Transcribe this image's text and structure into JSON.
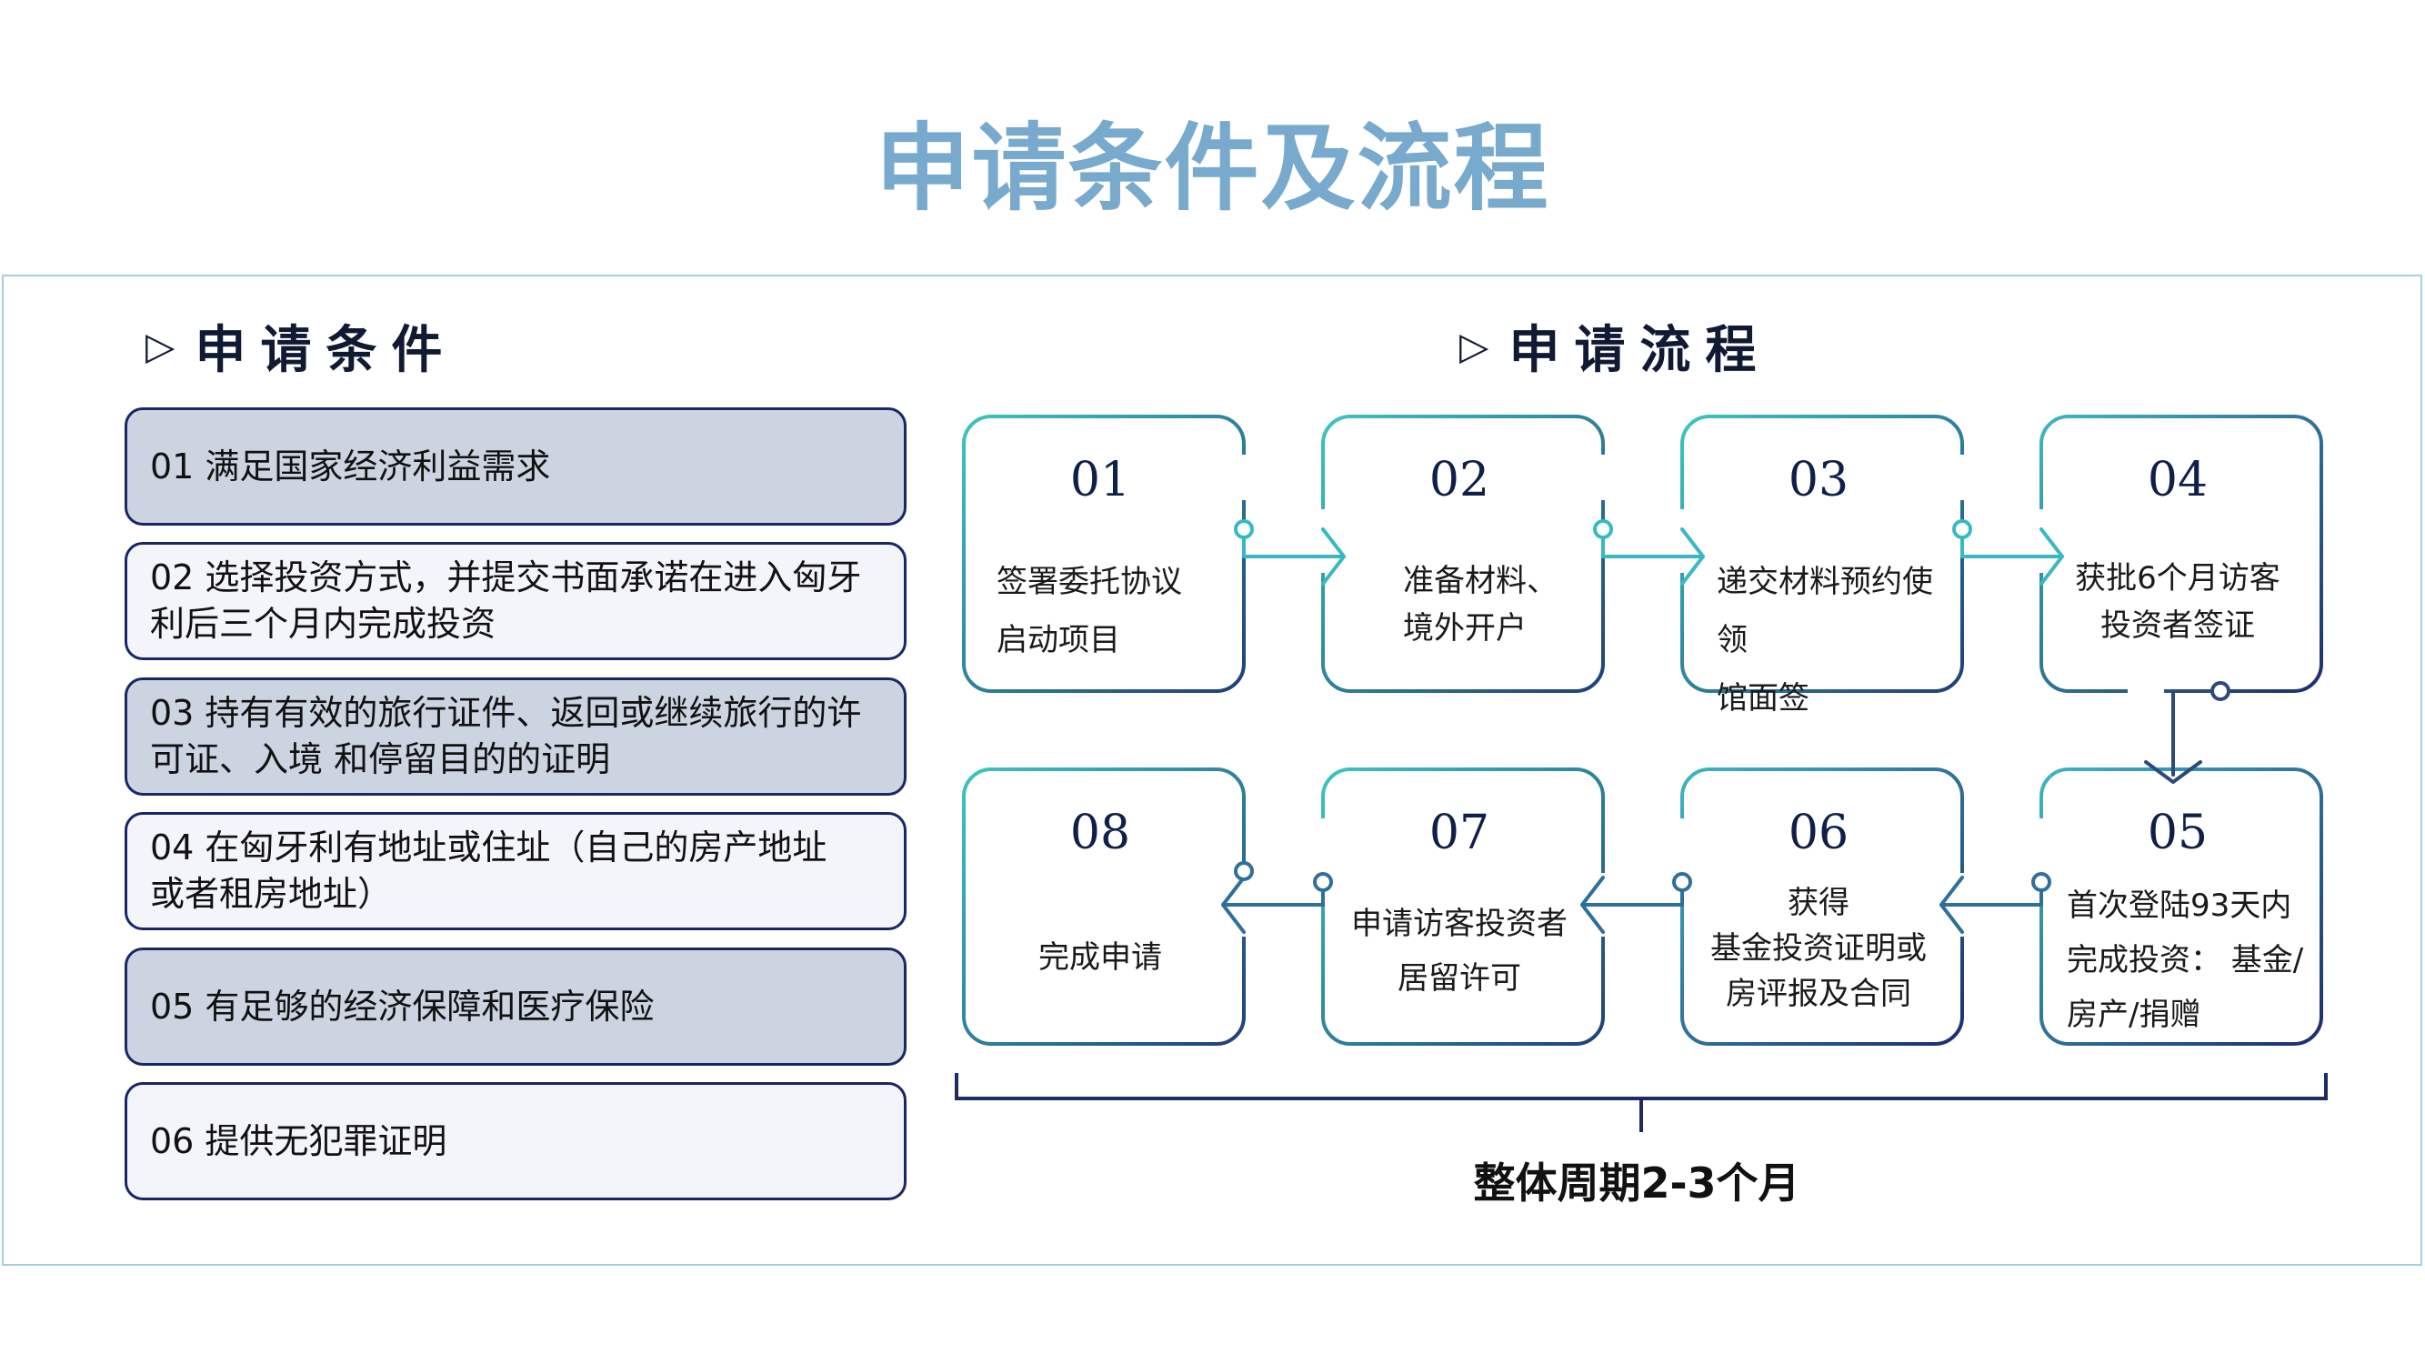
{
  "title": "申请条件及流程",
  "conditions_section": {
    "marker": "▷",
    "heading": "申请条件",
    "items": [
      "01 满足国家经济利益需求",
      "02 选择投资方式，并提交书面承诺在进入匈牙\n      利后三个月内完成投资",
      "03 持有有效的旅行证件、返回或继续旅行的许\n      可证、入境 和停留目的的证明",
      "04 在匈牙利有地址或住址（自己的房产地址\n      或者租房地址）",
      "05 有足够的经济保障和医疗保险",
      "06 提供无犯罪证明"
    ]
  },
  "process_section": {
    "marker": "▷",
    "heading": "申请流程",
    "steps": [
      {
        "number": "01",
        "text": "签署委托协议\n启动项目"
      },
      {
        "number": "02",
        "text": "准备材料、\n境外开户"
      },
      {
        "number": "03",
        "text": "递交材料预约使领\n馆面签"
      },
      {
        "number": "04",
        "text": "获批6个月访客\n投资者签证"
      },
      {
        "number": "05",
        "text": "首次登陆93天内\n完成投资： 基金/\n房产/捐赠"
      },
      {
        "number": "06",
        "text": "获得\n基金投资证明或\n房评报及合同"
      },
      {
        "number": "07",
        "text": "申请访客投资者\n居留许可"
      },
      {
        "number": "08",
        "text": "完成申请"
      }
    ],
    "total_cycle": "整体周期2-3个月"
  },
  "colors": {
    "title": "#78aacd",
    "card_border_dark": "#1a2666",
    "card_border_teal": "#3bbfbf",
    "shaded_fill": "#ccd4e2"
  }
}
